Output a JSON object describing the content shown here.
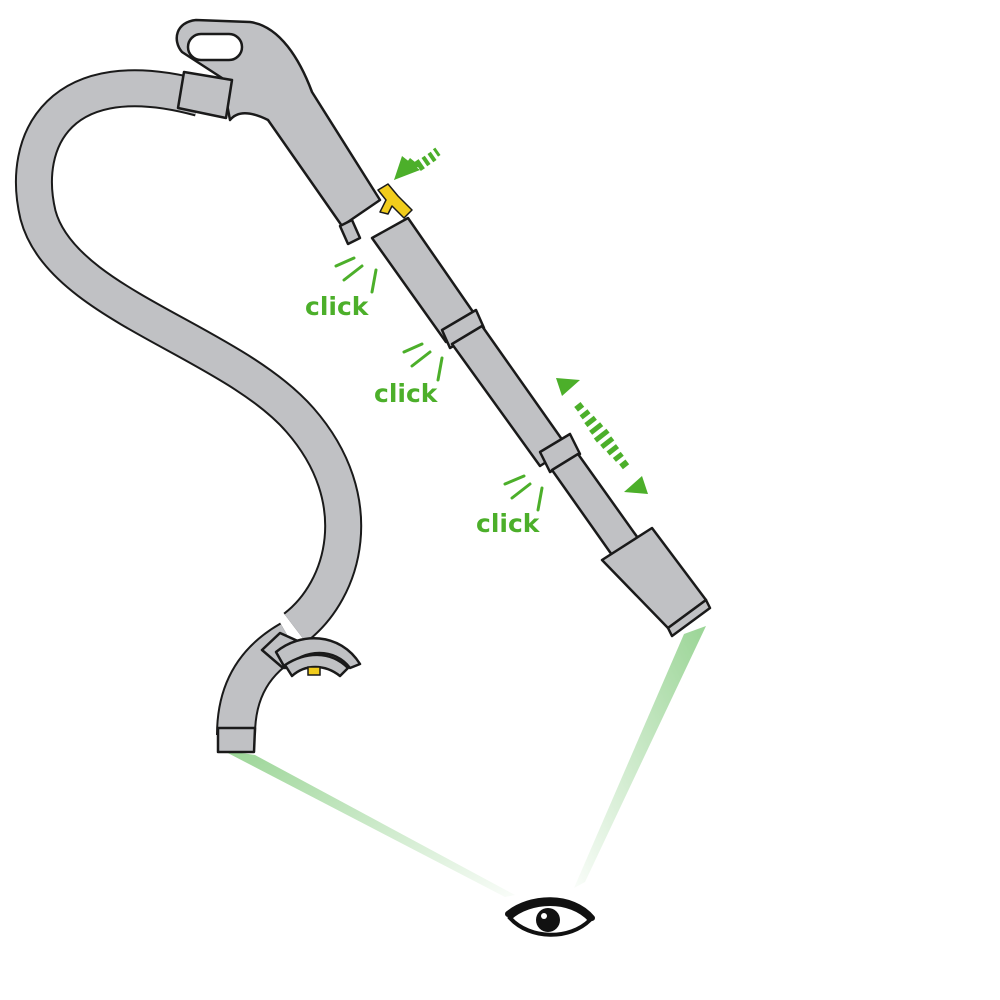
{
  "labels": {
    "click_1": "click",
    "click_2": "click",
    "click_3": "click"
  },
  "colors": {
    "hose": "#c0c1c4",
    "outline": "#1a1a1a",
    "accent_green": "#4caf2a",
    "sight_green": "#8fd08a",
    "latch_yellow": "#f1cc1c"
  },
  "icons": {
    "press_arrow": "arrow-down-left-icon",
    "slide_arrow": "double-arrow-icon",
    "eye": "eye-icon"
  }
}
